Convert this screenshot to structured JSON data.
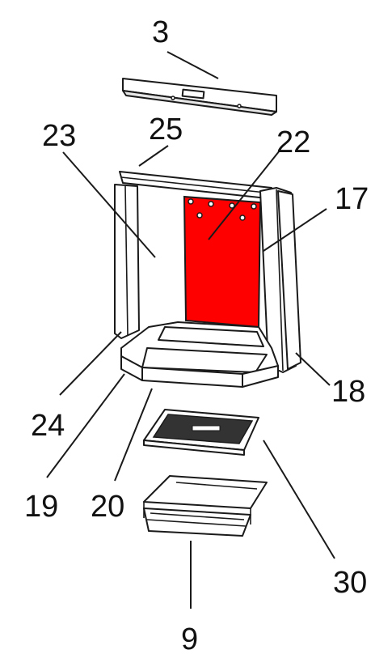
{
  "diagram": {
    "highlight_color": "#ff0000",
    "line_color": "#1a1a1a",
    "highlighted_part": "22",
    "callouts": [
      {
        "id": "c3",
        "label": "3"
      },
      {
        "id": "c25",
        "label": "25"
      },
      {
        "id": "c23",
        "label": "23"
      },
      {
        "id": "c22",
        "label": "22"
      },
      {
        "id": "c17",
        "label": "17"
      },
      {
        "id": "c18",
        "label": "18"
      },
      {
        "id": "c24",
        "label": "24"
      },
      {
        "id": "c19",
        "label": "19"
      },
      {
        "id": "c20",
        "label": "20"
      },
      {
        "id": "c30",
        "label": "30"
      },
      {
        "id": "c9",
        "label": "9"
      }
    ]
  }
}
